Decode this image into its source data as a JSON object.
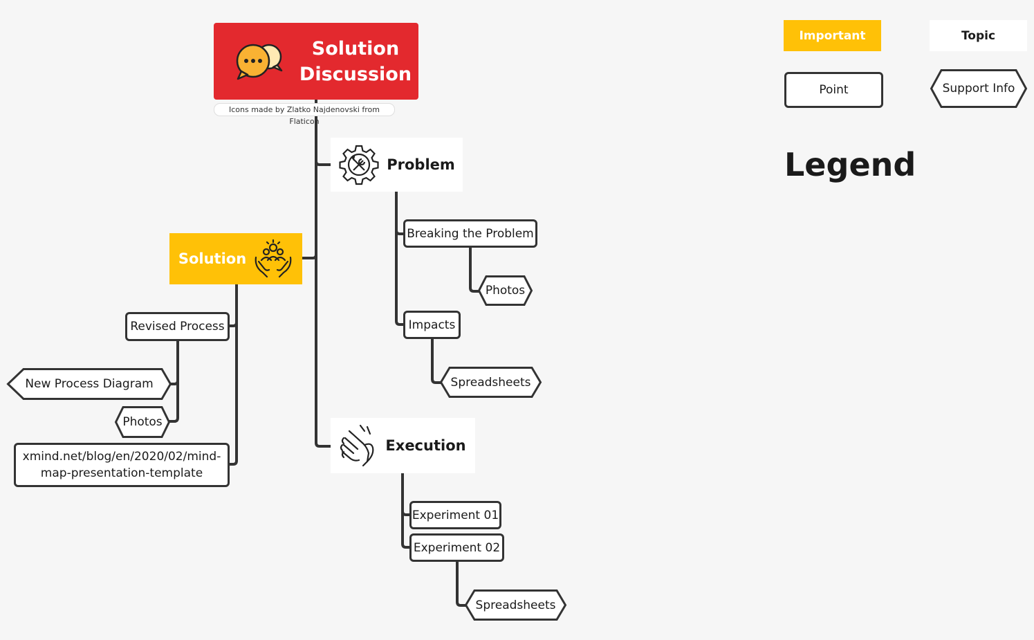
{
  "central": {
    "title": "Solution Discussion",
    "credit": "Icons made by Zlatko Najdenovski from Flaticon",
    "icon": "chat-bubbles-icon"
  },
  "problem": {
    "label": "Problem",
    "icon": "gear-wrench-icon",
    "breaking": {
      "label": "Breaking the Problem",
      "support": "Photos"
    },
    "impacts": {
      "label": "Impacts",
      "support": "Spreadsheets"
    }
  },
  "solution": {
    "label": "Solution",
    "icon": "hands-people-icon",
    "revised": {
      "label": "Revised Process",
      "support_diagram": "New Process Diagram",
      "support_photos": "Photos"
    },
    "link": "xmind.net/blog/en/2020/02/mind-map-presentation-template"
  },
  "execution": {
    "label": "Execution",
    "icon": "handshake-icon",
    "experiment1": "Experiment 01",
    "experiment2": {
      "label": "Experiment 02",
      "support": "Spreadsheets"
    }
  },
  "legend": {
    "title": "Legend",
    "important": "Important",
    "topic": "Topic",
    "point": "Point",
    "support": "Support Info"
  },
  "colors": {
    "central": "#e3292e",
    "important": "#ffc107",
    "line": "#333333",
    "background": "#f6f6f6"
  }
}
